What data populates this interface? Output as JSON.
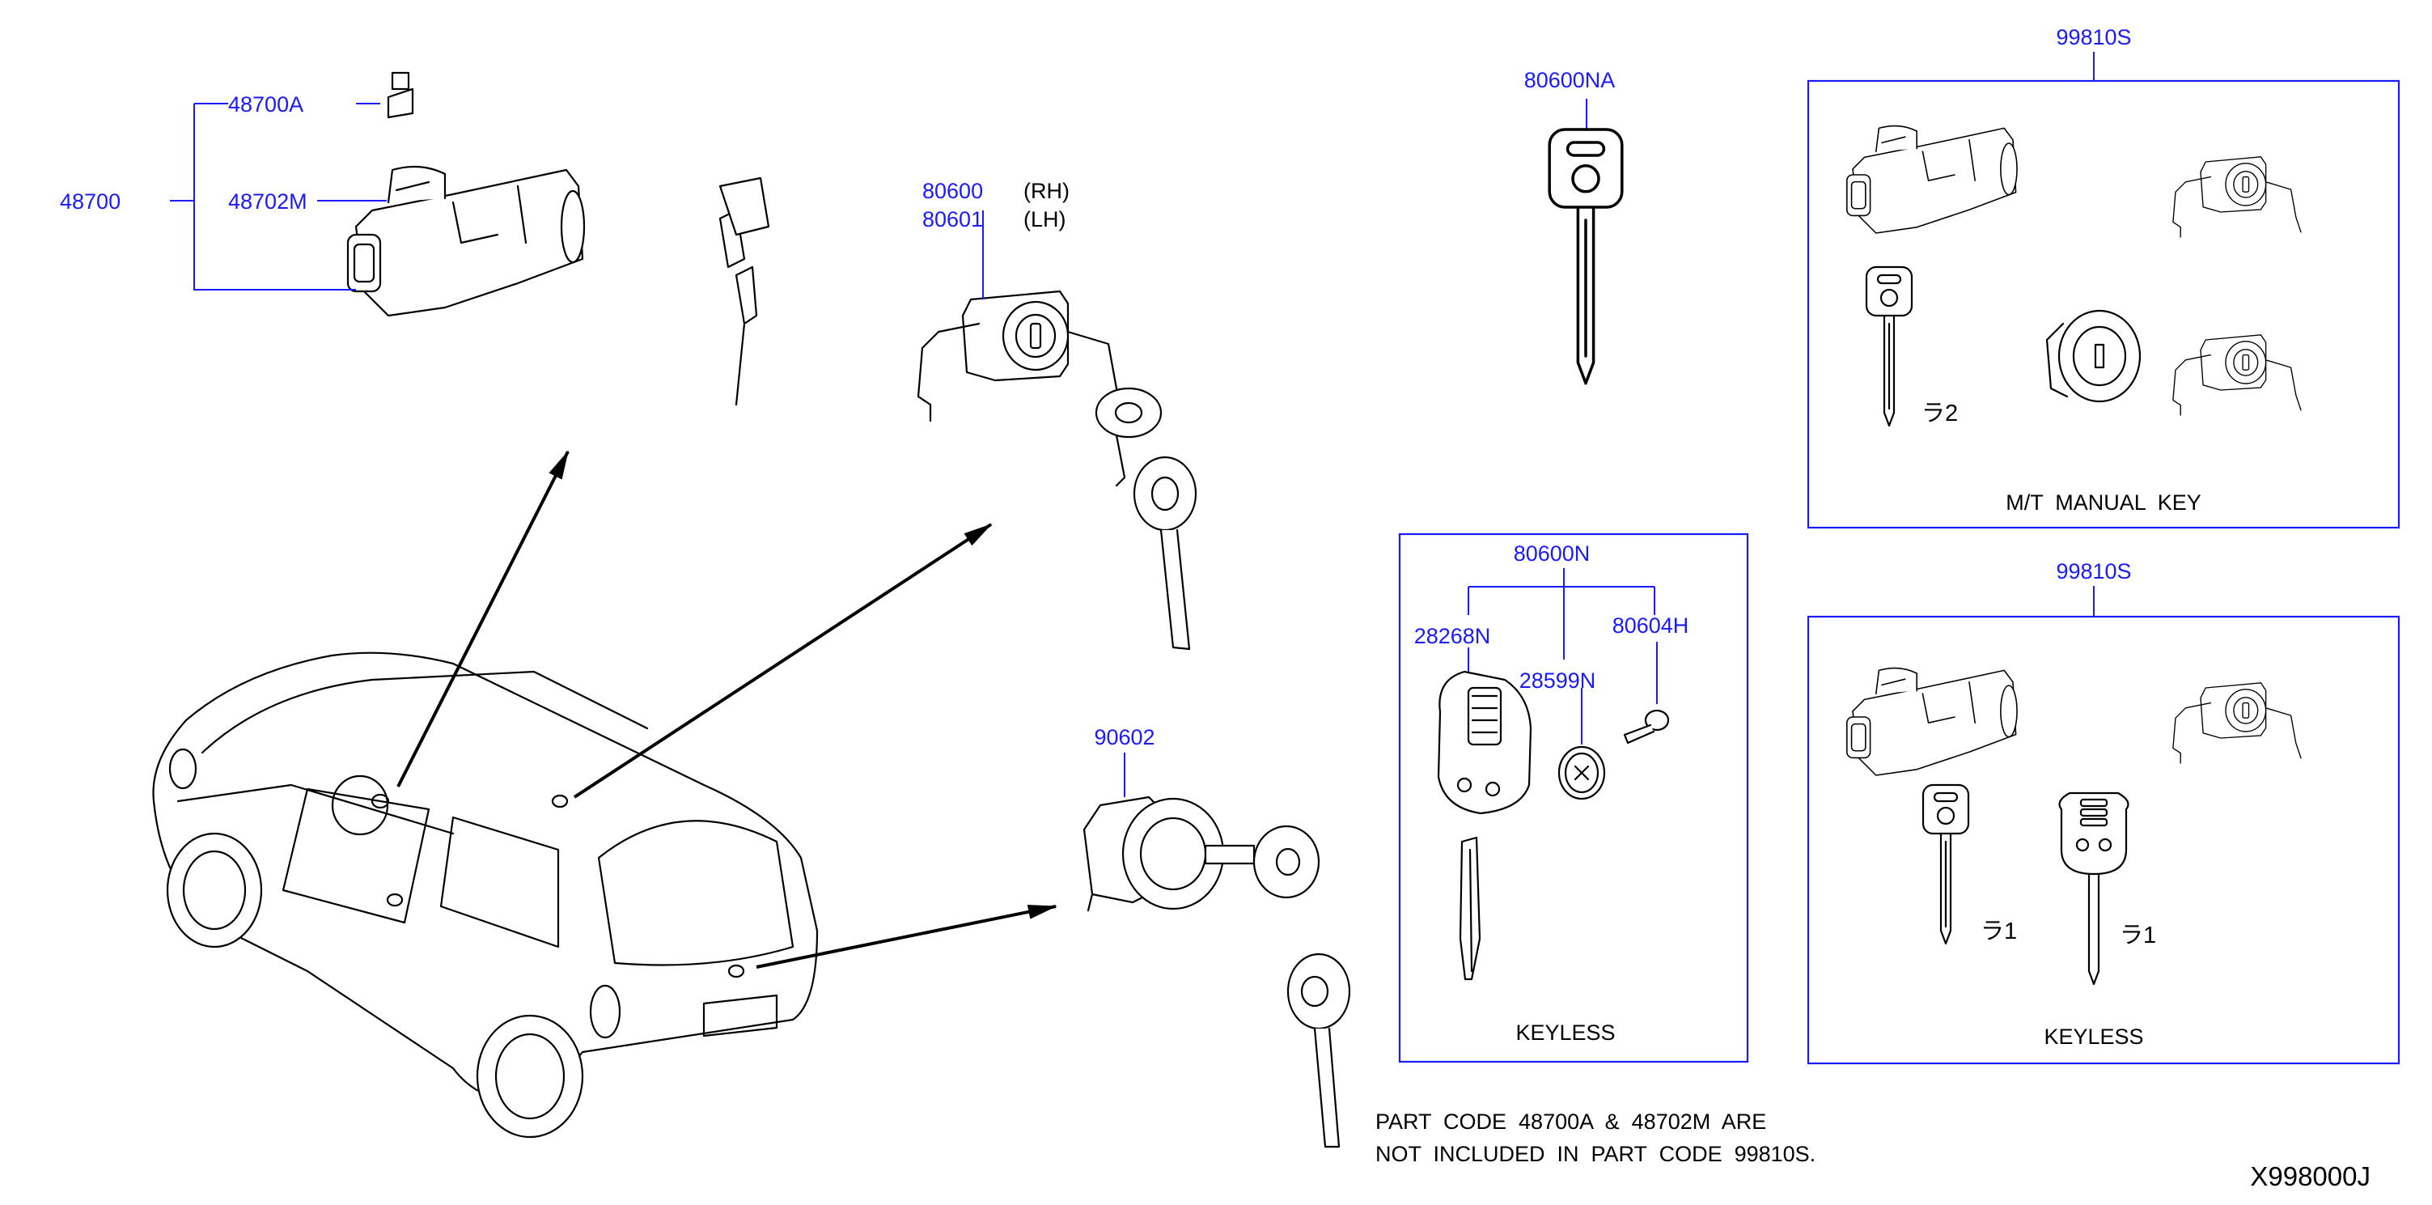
{
  "labels": {
    "p48700A": "48700A",
    "p48700": "48700",
    "p48702M": "48702M",
    "p80600": "80600",
    "p80601": "80601",
    "rh": "(RH)",
    "lh": "(LH)",
    "p90602": "90602",
    "p80600NA": "80600NA",
    "p80600N": "80600N",
    "p28268N": "28268N",
    "p28599N": "28599N",
    "p80604H": "80604H",
    "kit1_code": "99810S",
    "kit2_code": "99810S"
  },
  "box_captions": {
    "keyless_small": "KEYLESS",
    "manual_key": "M/T  MANUAL  KEY",
    "keyless_kit": "KEYLESS"
  },
  "key_qty": {
    "manual": "ラ2",
    "keyless_blade": "ラ1",
    "keyless_remote": "ラ1"
  },
  "note": {
    "line1": "PART  CODE  48700A  &  48702M  ARE",
    "line2": "NOT  INCLUDED  IN  PART  CODE  99810S."
  },
  "drawing_id": "X998000J",
  "colors": {
    "part_number": "#1a1aff",
    "leader": "#1a1aff",
    "line_art": "#000000"
  }
}
